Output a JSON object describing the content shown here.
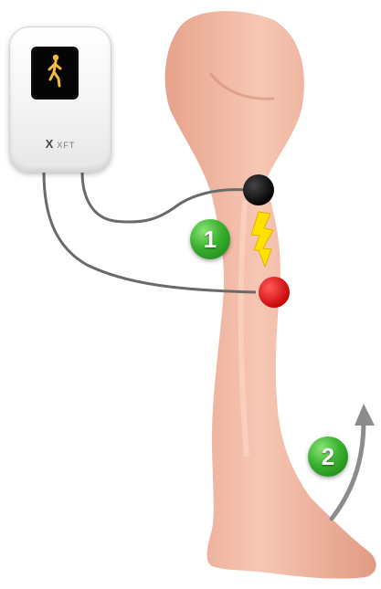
{
  "device": {
    "brand_mark": "X",
    "brand_text": "XFT",
    "screen_icon": "walking-person-icon"
  },
  "electrodes": [
    {
      "name": "black-electrode",
      "color": "#0a0a0a"
    },
    {
      "name": "red-electrode",
      "color": "#e01010"
    }
  ],
  "stimulus_icon": "lightning-bolt-icon",
  "steps": [
    {
      "label": "1"
    },
    {
      "label": "2"
    }
  ],
  "colors": {
    "skin": "#f2b9a3",
    "skin_shadow": "#d98f77",
    "cable": "#6a6a6a",
    "bolt": "#ffe100",
    "badge": "#2e9e22",
    "arrow": "#8c8c8c"
  }
}
